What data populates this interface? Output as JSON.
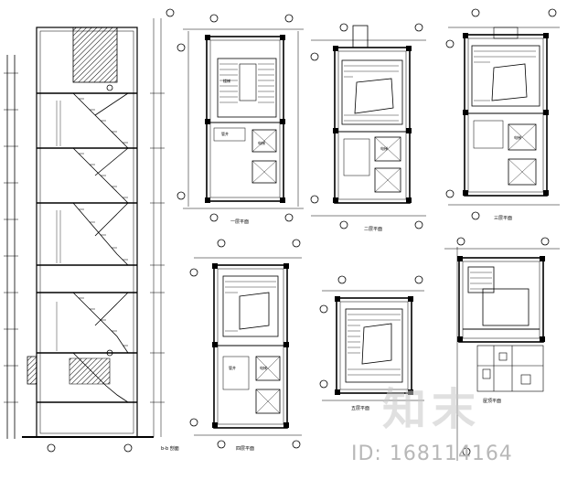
{
  "drawing": {
    "section_title": "b-b 剖面",
    "plan_titles": [
      "一层平面",
      "二层平面",
      "三层平面",
      "四层平面",
      "五层平面",
      "屋顶平面"
    ],
    "room_labels": {
      "elevator": "电梯",
      "stair": "楼梯",
      "shaft": "管井"
    },
    "colors": {
      "line": "#000000",
      "background": "#ffffff",
      "watermark": "#c8c8c8"
    }
  },
  "watermark": {
    "brand": "知末",
    "id_text": "ID: 168114164"
  }
}
